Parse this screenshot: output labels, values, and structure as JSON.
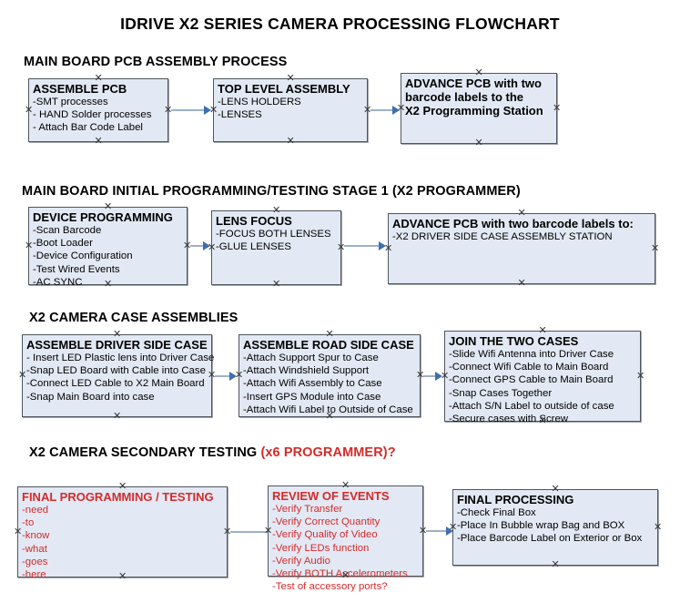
{
  "document": {
    "title": "IDRIVE X2  SERIES CAMERA PROCESSING FLOWCHART"
  },
  "colors": {
    "node_fill": "#e3e9f4",
    "node_border": "#4f555d",
    "accent_red": "#d42b2b",
    "connector_line": "#9bb1cc",
    "connector_head": "#3f6fae",
    "text": "#000000"
  },
  "sections": [
    {
      "id": "main-board-pcb-assembly",
      "heading": "MAIN BOARD PCB ASSEMBLY PROCESS",
      "heading_accent": "",
      "nodes": [
        {
          "id": "assemble-pcb",
          "title": "ASSEMBLE PCB",
          "lines": [
            "-SMT processes",
            "- HAND Solder processes",
            "- Attach Bar Code Label"
          ]
        },
        {
          "id": "top-level-assembly",
          "title": "TOP LEVEL ASSEMBLY",
          "lines": [
            "-LENS HOLDERS",
            "-LENSES"
          ]
        },
        {
          "id": "advance-pcb-programming-station",
          "title": "ADVANCE PCB with two",
          "lines": [
            "barcode labels to the",
            " X2 Programming Station"
          ]
        }
      ]
    },
    {
      "id": "main-board-initial-programming",
      "heading": "MAIN BOARD INITIAL PROGRAMMING/TESTING STAGE 1 (X2 PROGRAMMER)",
      "heading_accent": "",
      "nodes": [
        {
          "id": "device-programming",
          "title": "DEVICE PROGRAMMING",
          "lines": [
            "-Scan Barcode",
            "-Boot Loader",
            "-Device Configuration",
            "-Test Wired Events",
            "-AC SYNC"
          ]
        },
        {
          "id": "lens-focus",
          "title": "LENS FOCUS",
          "lines": [
            "-FOCUS BOTH LENSES",
            "-GLUE LENSES"
          ]
        },
        {
          "id": "advance-pcb-driver-side-case",
          "title": "ADVANCE PCB with two barcode labels to:",
          "lines": [
            "-X2 DRIVER  SIDE  CASE  ASSEMBLY STATION"
          ]
        }
      ]
    },
    {
      "id": "x2-camera-case-assemblies",
      "heading": "X2 CAMERA CASE ASSEMBLIES",
      "heading_accent": "",
      "nodes": [
        {
          "id": "assemble-driver-side-case",
          "title": "ASSEMBLE DRIVER SIDE CASE",
          "lines": [
            "- Insert LED Plastic lens into Driver Case",
            "-Snap LED Board with Cable into Case",
            "-Connect LED Cable to X2 Main Board",
            "-Snap Main Board into case"
          ]
        },
        {
          "id": "assemble-road-side-case",
          "title": "ASSEMBLE ROAD SIDE CASE",
          "lines": [
            "-Attach Support Spur to Case",
            "-Attach Windshield Support",
            "-Attach Wifi Assembly to Case",
            "-Insert GPS Module into Case",
            "-Attach Wifi Label to Outside of Case"
          ]
        },
        {
          "id": "join-the-two-cases",
          "title": "JOIN THE TWO CASES",
          "lines": [
            "-Slide Wifi Antenna into Driver Case",
            "-Connect Wifi Cable to Main Board",
            "-Connect GPS Cable to Main Board",
            "-Snap Cases Together",
            "-Attach S/N Label to outside of case",
            "-Secure cases with Screw"
          ]
        }
      ]
    },
    {
      "id": "x2-camera-secondary-testing",
      "heading": "X2 CAMERA SECONDARY TESTING ",
      "heading_accent": "(x6 PROGRAMMER)?",
      "nodes": [
        {
          "id": "final-programming-testing",
          "title": "FINAL PROGRAMMING / TESTING",
          "lines": [
            "-need",
            "-to",
            "-know",
            "-what",
            "-goes",
            "-here"
          ]
        },
        {
          "id": "review-of-events",
          "title": "REVIEW OF EVENTS",
          "lines": [
            "-Verify Transfer",
            "-Verify Correct Quantity",
            "-Verify Quality of Video",
            "-Verify LEDs function",
            "-Verify Audio",
            "-Verify BOTH Accelerometers",
            "-Test of accessory ports?"
          ]
        },
        {
          "id": "final-processing",
          "title": "FINAL PROCESSING",
          "lines": [
            " -Check Final Box",
            "-Place In Bubble wrap Bag and BOX",
            "-Place Barcode Label on Exterior or Box"
          ]
        }
      ]
    }
  ],
  "handle_glyph": "✕"
}
